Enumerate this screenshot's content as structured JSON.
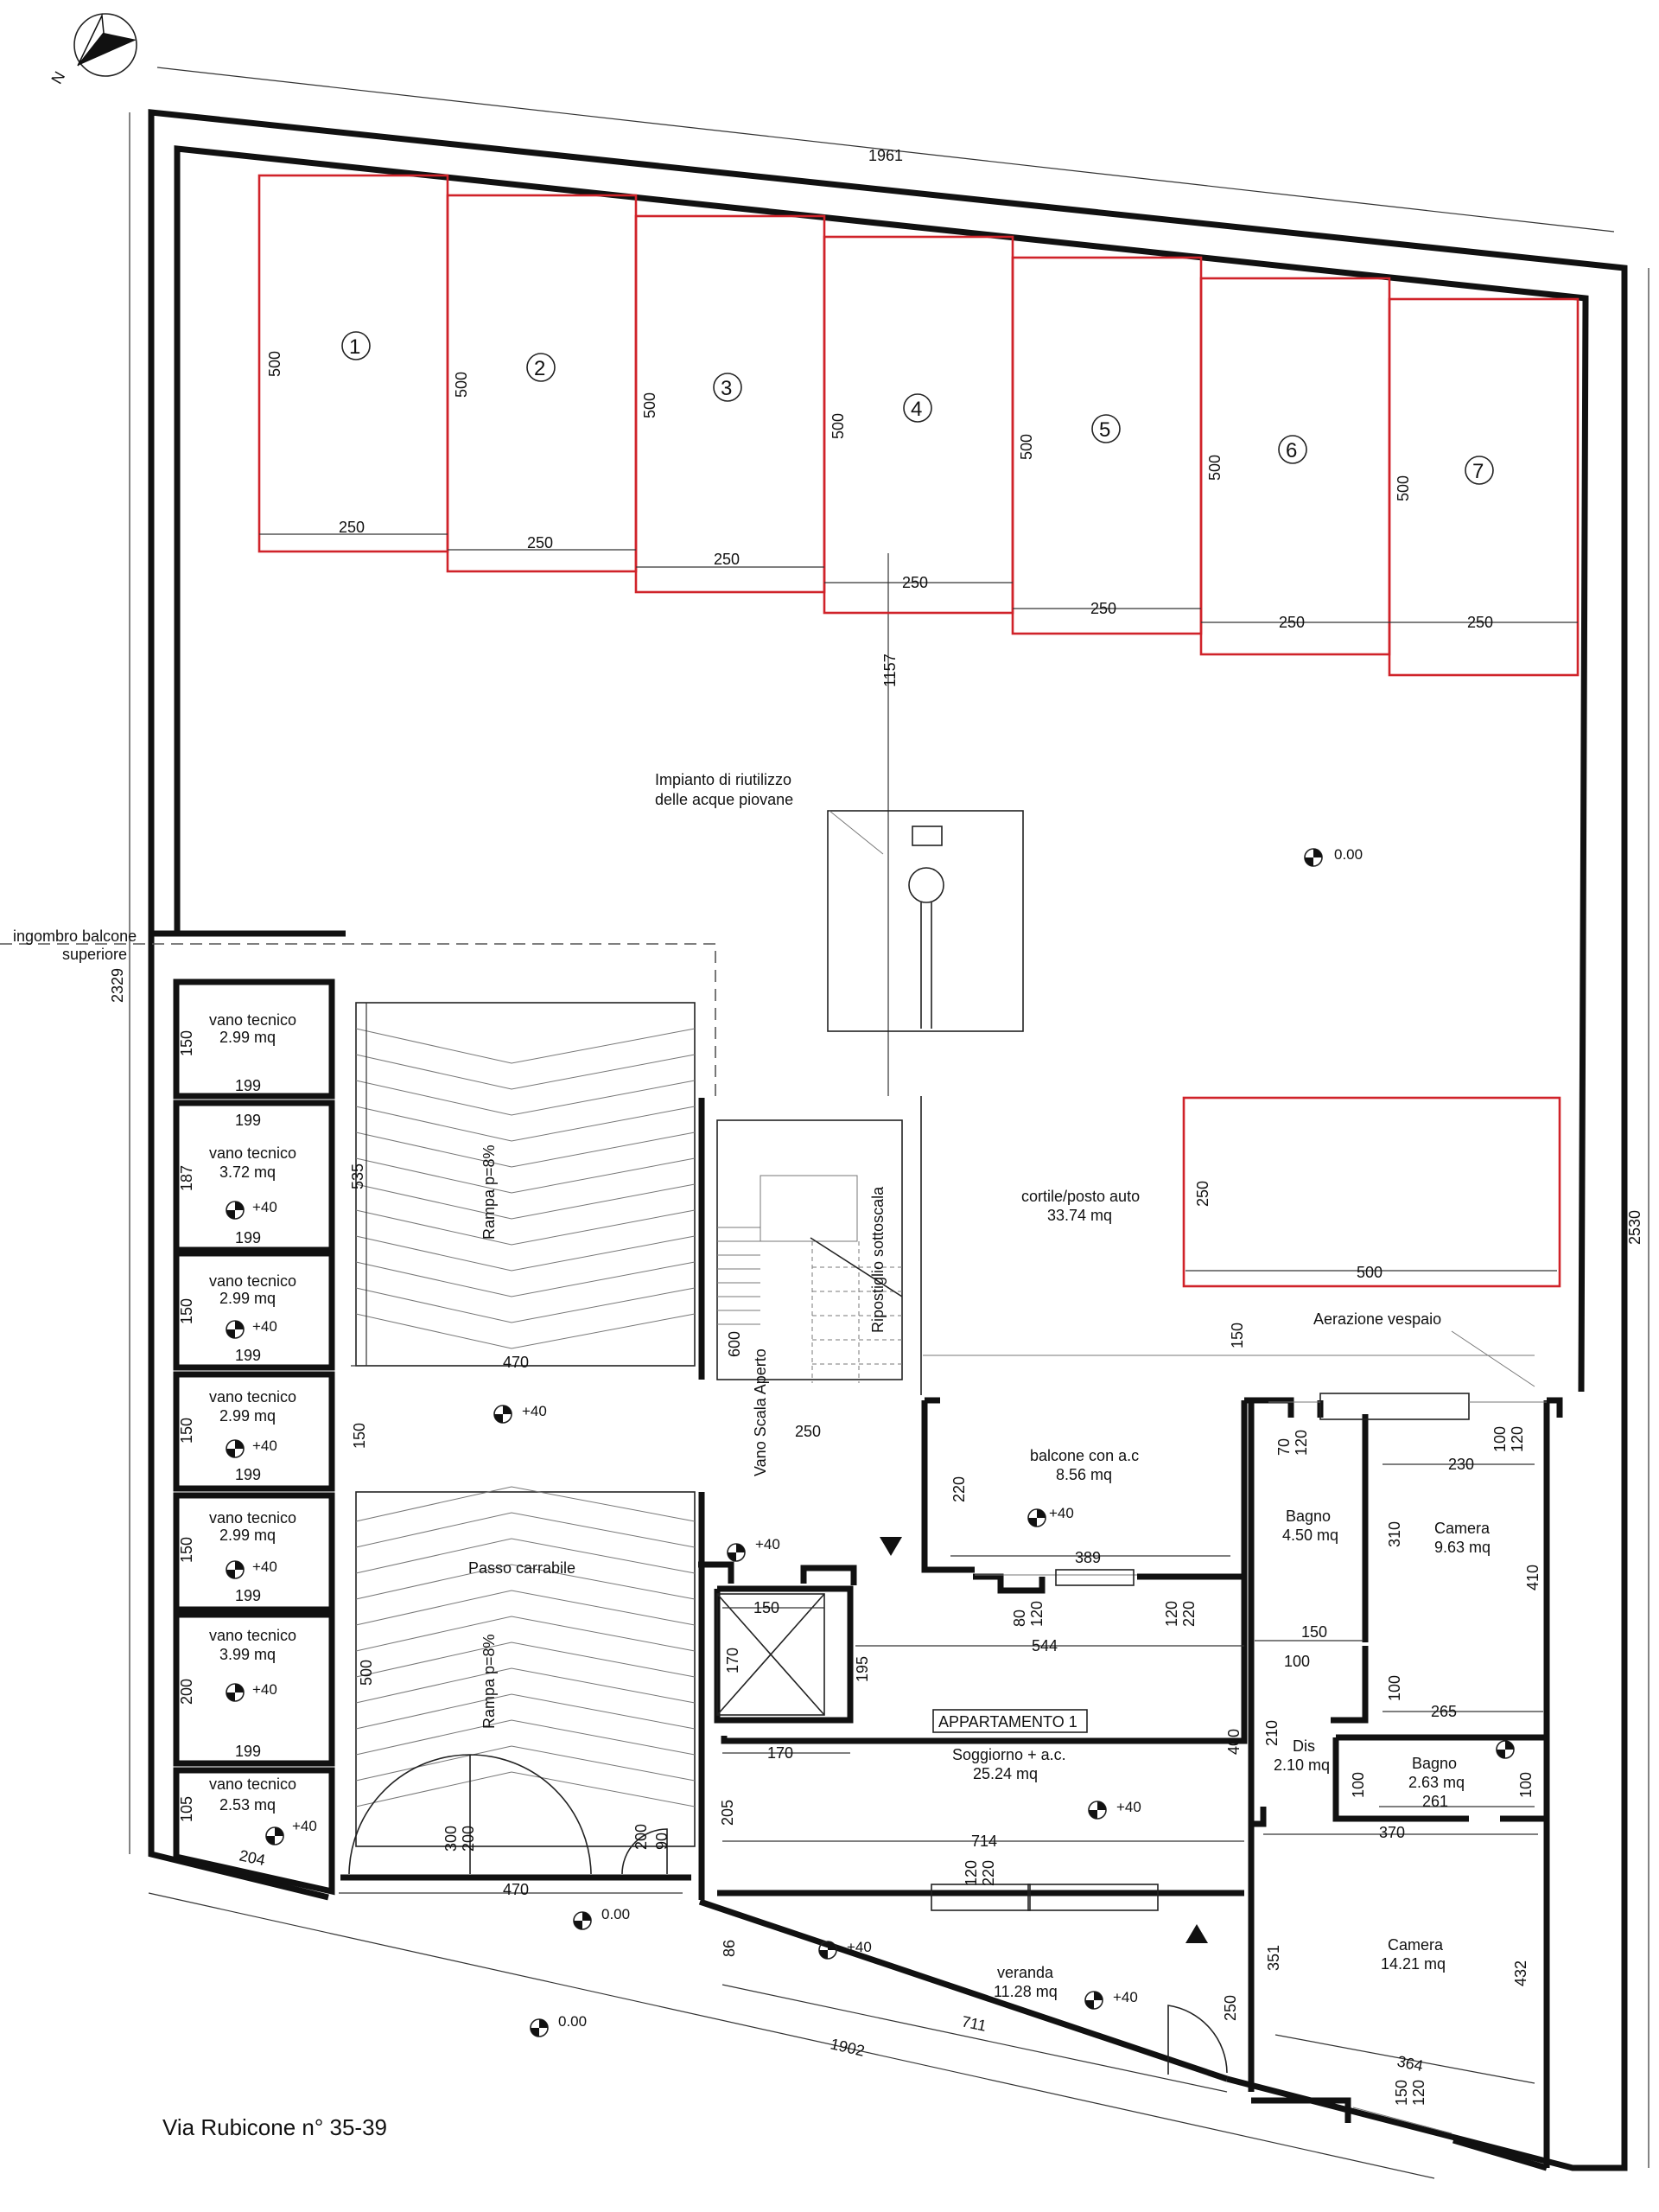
{
  "street": "Via Rubicone n° 35-39",
  "north_label": "N",
  "parking": {
    "numbers": [
      "1",
      "2",
      "3",
      "4",
      "5",
      "6",
      "7"
    ],
    "depth": "500",
    "width": "250"
  },
  "outer_dims": {
    "top": "1961",
    "bottom": "1902",
    "left": "2329",
    "right": "2530",
    "axis": "1157"
  },
  "labels": {
    "rain": [
      "Impianto di riutilizzo",
      "delle acque piovane"
    ],
    "balcony_outline": [
      "ingombro balcone",
      "superiore"
    ],
    "ramp_top": "Rampa p=8%",
    "ramp_bottom": "Rampa p=8%",
    "passo": "Passo carrabile",
    "vano_scala": "Vano Scala Aperto",
    "ripostiglio": "Ripostiglio sottoscala",
    "cortile": [
      "cortile/posto auto",
      "33.74 mq"
    ],
    "aerazione": "Aerazione vespaio",
    "balcone": [
      "balcone con a.c",
      "8.56 mq"
    ],
    "bagno1": [
      "Bagno",
      "4.50 mq"
    ],
    "camera1": [
      "Camera",
      "9.63 mq"
    ],
    "dis": [
      "Dis",
      "2.10 mq"
    ],
    "bagno2": [
      "Bagno",
      "2.63 mq"
    ],
    "appartamento": "APPARTAMENTO 1",
    "soggiorno": [
      "Soggiorno + a.c.",
      "25.24 mq"
    ],
    "camera2": [
      "Camera",
      "14.21 mq"
    ],
    "veranda": [
      "veranda",
      "11.28 mq"
    ]
  },
  "vani": [
    {
      "name": "vano tecnico",
      "area": "2.99 mq",
      "h": "150",
      "w": "199"
    },
    {
      "name": "vano tecnico",
      "area": "3.72 mq",
      "h": "187",
      "w": "199"
    },
    {
      "name": "vano tecnico",
      "area": "2.99 mq",
      "h": "150",
      "w": "199"
    },
    {
      "name": "vano tecnico",
      "area": "2.99 mq",
      "h": "150",
      "w": "199"
    },
    {
      "name": "vano tecnico",
      "area": "2.99 mq",
      "h": "150",
      "w": "199"
    },
    {
      "name": "vano tecnico",
      "area": "3.99 mq",
      "h": "200",
      "w": "199"
    },
    {
      "name": "vano tecnico",
      "area": "2.53 mq",
      "h": "105",
      "w": "204"
    }
  ],
  "levels": {
    "zero": "0.00",
    "plus40": "+40"
  },
  "dims": {
    "d535": "535",
    "d470a": "470",
    "d150a": "150",
    "d500a": "500",
    "d470b": "470",
    "d300": "300",
    "d200a": "200",
    "d200b": "200",
    "d90": "90",
    "d600": "600",
    "d250s": "250",
    "d250c": "250",
    "d500c": "500",
    "d150c": "150",
    "d220": "220",
    "d389": "389",
    "d70": "70",
    "d120a": "120",
    "d230": "230",
    "d100a": "100",
    "d120b": "120",
    "d310": "310",
    "d410": "410",
    "d150b": "150",
    "d100b": "100",
    "d265": "265",
    "d100c": "100",
    "d210": "210",
    "d100d": "100",
    "d261": "261",
    "d100e": "100",
    "d370": "370",
    "d150d": "150",
    "d170a": "170",
    "d195": "195",
    "d544": "544",
    "d80": "80",
    "d120c": "120",
    "d120d": "120",
    "d220b": "220",
    "d170b": "170",
    "d400": "400",
    "d205": "205",
    "d714": "714",
    "d120e": "120",
    "d220c": "220",
    "d86": "86",
    "d711": "711",
    "d250v": "250",
    "d351": "351",
    "d432": "432",
    "d364": "364",
    "d150e": "150",
    "d120f": "120"
  }
}
